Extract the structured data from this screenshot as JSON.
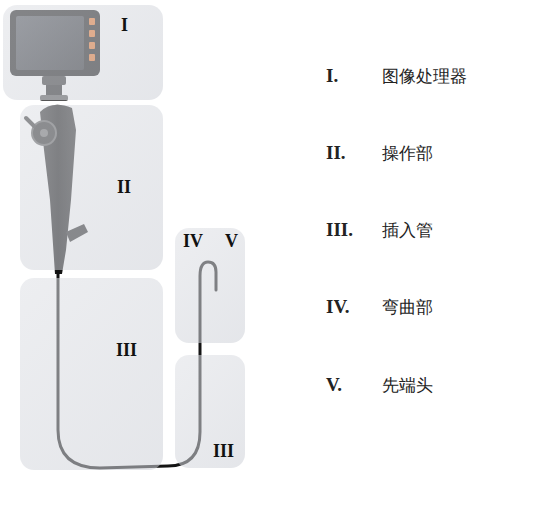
{
  "diagram": {
    "nodes": [
      {
        "text": [
          "I"
        ]
      },
      {
        "text": [
          "II"
        ]
      },
      {
        "text": [
          "III"
        ]
      },
      {
        "text": [
          "IV",
          "V"
        ]
      },
      {
        "text": [
          "III"
        ]
      }
    ],
    "labels": [
      "I.",
      "图像处理器",
      "II.",
      "操作部",
      "III.",
      "插入管",
      "IV.",
      "弯曲部",
      "V.",
      "先端头"
    ]
  }
}
